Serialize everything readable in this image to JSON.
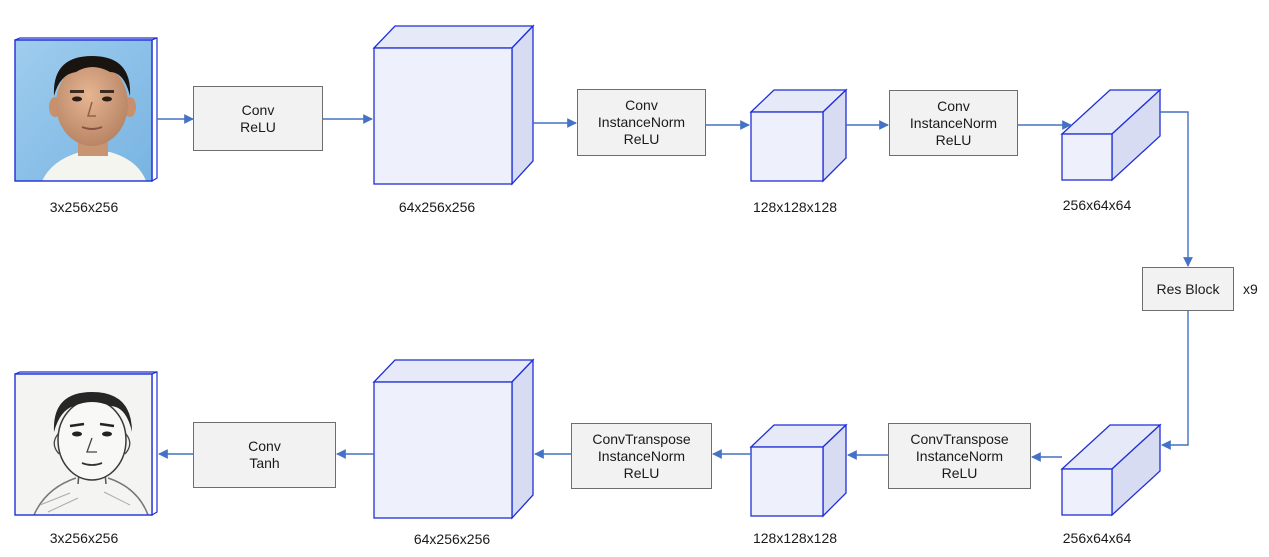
{
  "operations": {
    "enc_conv_relu": [
      "Conv",
      "ReLU"
    ],
    "enc_down1": [
      "Conv",
      "InstanceNorm",
      "ReLU"
    ],
    "enc_down2": [
      "Conv",
      "InstanceNorm",
      "ReLU"
    ],
    "res_block": [
      "Res Block"
    ],
    "dec_up1": [
      "ConvTranspose",
      "InstanceNorm",
      "ReLU"
    ],
    "dec_up2": [
      "ConvTranspose",
      "InstanceNorm",
      "ReLU"
    ],
    "dec_conv_tanh": [
      "Conv",
      "Tanh"
    ]
  },
  "res_block_repeat": "x9",
  "dimensions": {
    "input": "3x256x256",
    "enc1": "64x256x256",
    "enc2": "128x128x128",
    "enc3": "256x64x64",
    "dec1": "256x64x64",
    "dec2": "128x128x128",
    "dec3": "64x256x256",
    "output": "3x256x256"
  },
  "colors": {
    "arrow": "#4472c4",
    "tensor_face": "#eef0fb",
    "tensor_side": "#dcdff3",
    "tensor_edge": "#1f2fd6",
    "box_fill": "#f2f2f2",
    "box_border": "#6e6e6e"
  },
  "images": {
    "input": "photo-face",
    "output": "sketch-face"
  }
}
